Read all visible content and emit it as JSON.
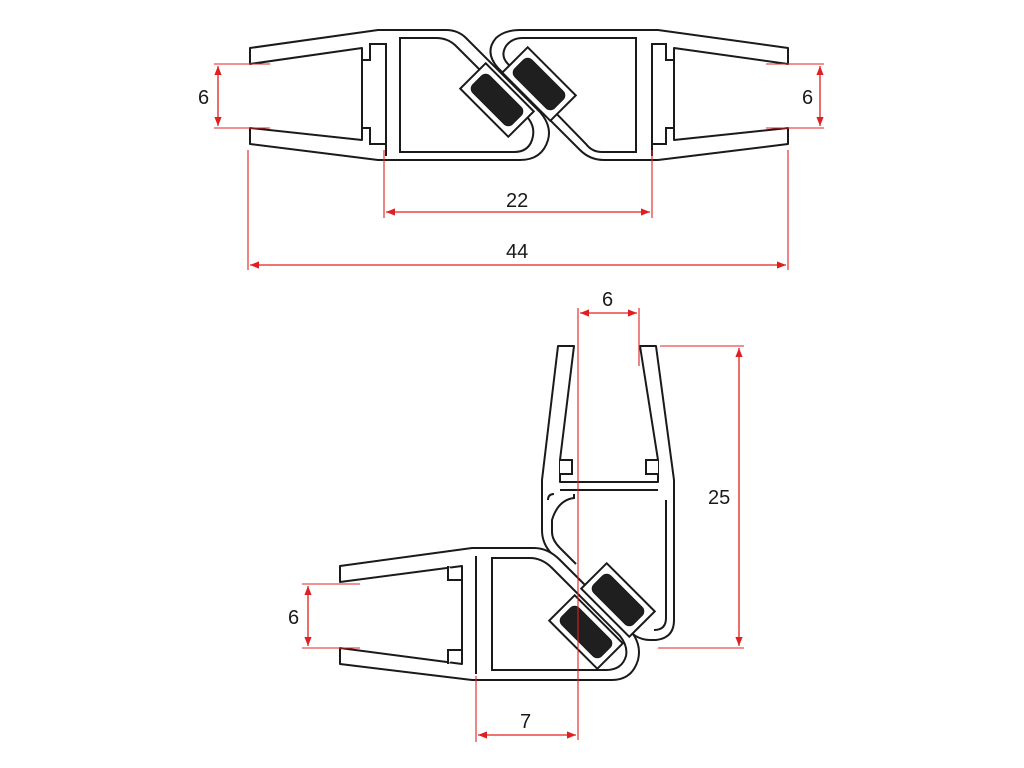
{
  "drawing": {
    "top_assembly": {
      "left_gap_label": "6",
      "right_gap_label": "6",
      "inner_width_label": "22",
      "overall_width_label": "44"
    },
    "corner_assembly": {
      "top_gap_label": "6",
      "height_label": "25",
      "left_gap_label": "6",
      "bottom_offset_label": "7"
    },
    "colors": {
      "outline": "#1a1a1a",
      "dimension": "#e02020",
      "magnet": "#1f1f1f"
    }
  }
}
